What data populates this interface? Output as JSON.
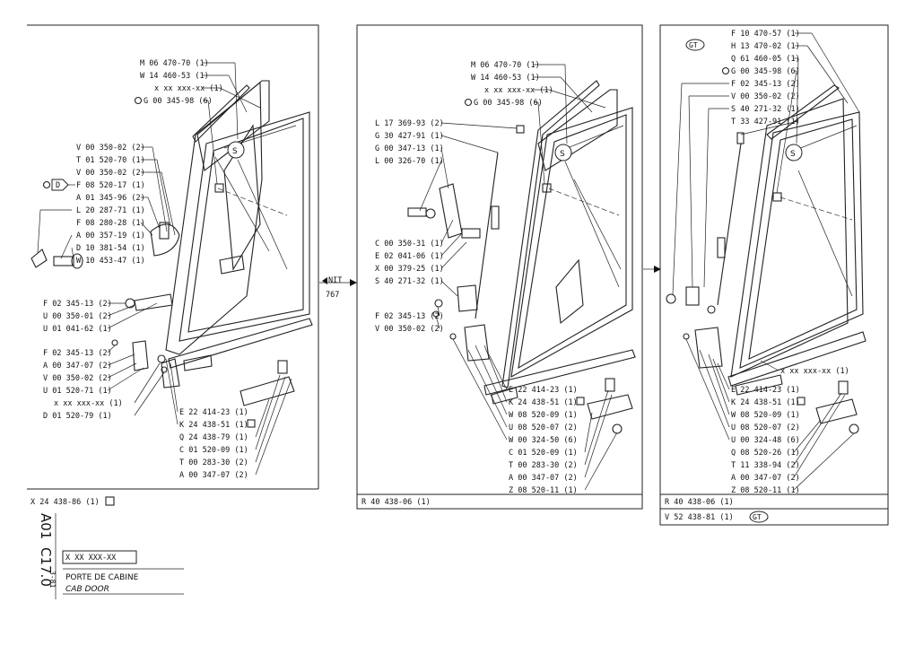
{
  "panels": [
    {
      "labels_left": [
        "M 06 470-70 (1)",
        "W 14 460-53 (1)",
        "x xx xxx-xx (1)",
        "G 00 345-98 (6)"
      ],
      "labels_mid": [
        "V 00 350-02 (2)",
        "T 01 520-70 (1)",
        "V 00 350-02 (2)",
        "F 08 520-17 (1)",
        "A 01 345-96 (2)",
        "L 20 287-71 (1)",
        "F 08 280-28 (1)",
        "A 00 357-19 (1)",
        "D 10 381-54 (1)",
        "W 10 453-47 (1)"
      ],
      "labels_low": [
        "F 02 345-13 (2)",
        "U 00 350-01 (2)",
        "U 01 041-62 (1)"
      ],
      "labels_low2": [
        "F 02 345-13 (2)",
        "A 00 347-07 (2)",
        "V 00 350-02 (2)",
        "U 01 520-71 (1)",
        "x xx xxx-xx (1)",
        "D 01 520-79 (1)"
      ],
      "labels_right": [
        "E 22 414-23 (1)",
        "K 24 438-51 (1)",
        "Q 24 438-79 (1)",
        "C 01 520-09 (1)",
        "T 00 283-30 (2)",
        "A 00 347-07 (2)"
      ],
      "footer": "X 24 438-86 (1)"
    },
    {
      "labels_top": [
        "M 06 470-70 (1)",
        "W 14 460-53 (1)",
        "x xx xxx-xx (1)",
        "G 00 345-98 (6)"
      ],
      "labels_left": [
        "L 17 369-93 (2)",
        "G 30 427-91 (1)",
        "G 00 347-13 (1)",
        "L 00 326-70 (1)"
      ],
      "labels_mid": [
        "C 00 350-31 (1)",
        "E 02 041-06 (1)",
        "X 00 379-25 (1)",
        "S 40 271-32 (1)"
      ],
      "labels_low": [
        "F 02 345-13 (2)",
        "V 00 350-02 (2)"
      ],
      "labels_right": [
        "E 22 414-23 (1)",
        "K 24 438-51 (1)",
        "W 08 520-09 (1)",
        "U 08 520-07 (2)",
        "W 00 324-50 (6)",
        "C 01 520-09 (1)",
        "T 00 283-30 (2)",
        "A 00 347-07 (2)",
        "Z 08 520-11 (1)"
      ],
      "footer": "R 40 438-06 (1)"
    },
    {
      "labels_top": [
        "F 10 470-57 (1)",
        "H 13 470-02 (1)",
        "Q 61 460-05 (1)",
        "G 00 345-98 (6)",
        "F 02 345-13 (2)",
        "V 00 350-02 (2)",
        "S 40 271-32 (1)",
        "T 33 427-91 (1)"
      ],
      "label_x": "x xx xxx-xx (1)",
      "labels_right": [
        "E 22 414-23 (1)",
        "K 24 438-51 (1)",
        "W 08 520-09 (1)",
        "U 08 520-07 (2)",
        "U 00 324-48 (6)",
        "Q 08 520-26 (1)",
        "T 11 338-94 (2)",
        "A 00 347-07 (2)",
        "Z 08 520-11 (1)"
      ],
      "footer1": "R 40 438-06 (1)",
      "footer2": "V 52 438-81 (1)"
    }
  ],
  "badges": {
    "gt": "GT",
    "d": "D",
    "s": "S"
  },
  "arrow_note": {
    "line1": "NIT",
    "line2": "767"
  },
  "title_block": {
    "code_a": "A01",
    "code_c": "C17.0",
    "rev": "3-81",
    "ref": "X XX XXX-XX",
    "title_fr": "PORTE DE CABINE",
    "title_en": "CAB DOOR"
  }
}
